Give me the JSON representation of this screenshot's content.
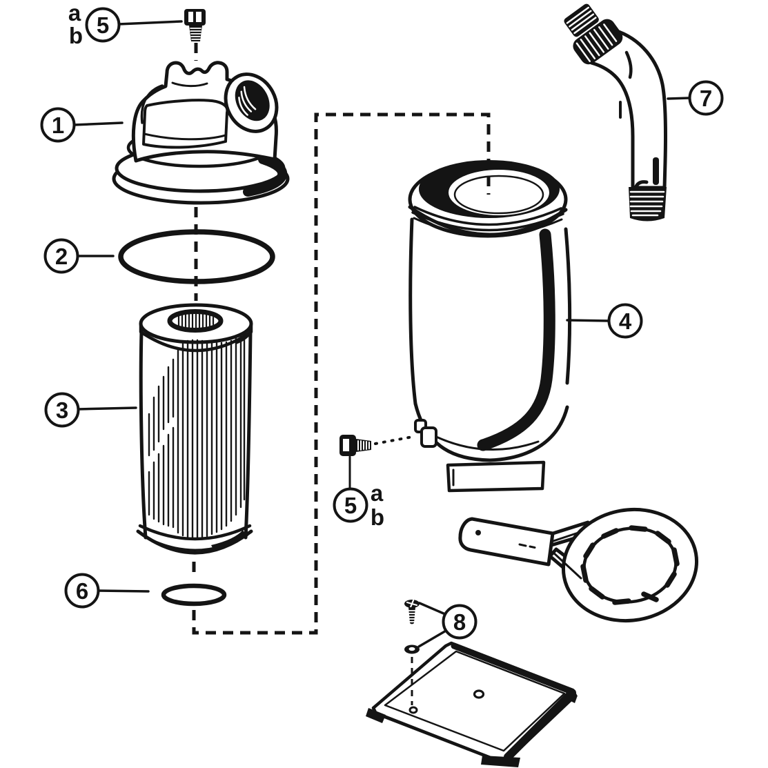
{
  "diagram": {
    "background_color": "#ffffff",
    "line_color": "#141414",
    "callouts": {
      "c1": {
        "label": "1"
      },
      "c2": {
        "label": "2"
      },
      "c3": {
        "label": "3"
      },
      "c4": {
        "label": "4"
      },
      "c5a": {
        "label": "5",
        "sub_a": "a",
        "sub_b": "b"
      },
      "c5b": {
        "label": "5",
        "sub_a": "a",
        "sub_b": "b"
      },
      "c6": {
        "label": "6"
      },
      "c7": {
        "label": "7"
      },
      "c8": {
        "label": "8"
      }
    }
  }
}
